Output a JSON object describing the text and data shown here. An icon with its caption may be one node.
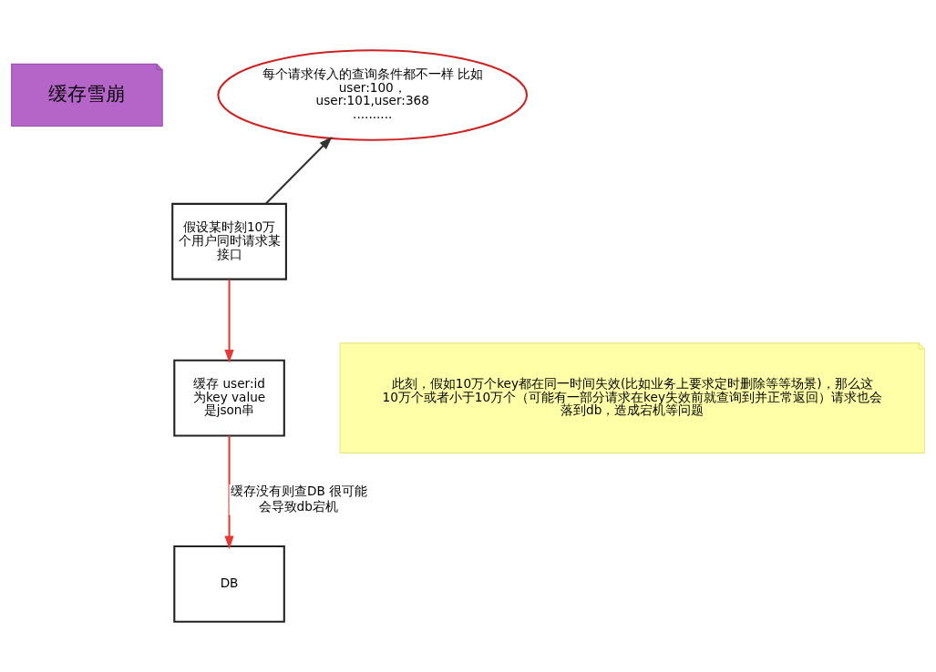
{
  "diagram": {
    "nodes": [
      {
        "text": [
          "缓存雪崩"
        ]
      },
      {
        "text": [
          "每个请求传入的查询条件都不一样 比如 user:100，user:101,user:368 .........."
        ]
      },
      {
        "text": [
          "假设某时刻10万个用户同时请求某接口"
        ]
      },
      {
        "text": [
          "缓存 user:id为key value是json串"
        ]
      },
      {
        "text": [
          "DB"
        ]
      },
      {
        "text": [
          "此刻，假如10万个key都在同一时间失效(比如业务上要求定时删除等等场景)，那么这10万个或者小于10万个（可能有一部分请求在key失效前就查询到并正常返回）请求也会落到db，造成宕机等问题"
        ]
      }
    ],
    "edges": [
      {
        "from": 2,
        "to": 1,
        "arrow": "to",
        "color": "#333333"
      },
      {
        "from": 2,
        "to": 3,
        "arrow": "to"
      },
      {
        "from": 3,
        "to": 4,
        "arrow": "to",
        "label": "缓存没有则查DB 很可能会导致db宕机"
      }
    ]
  }
}
